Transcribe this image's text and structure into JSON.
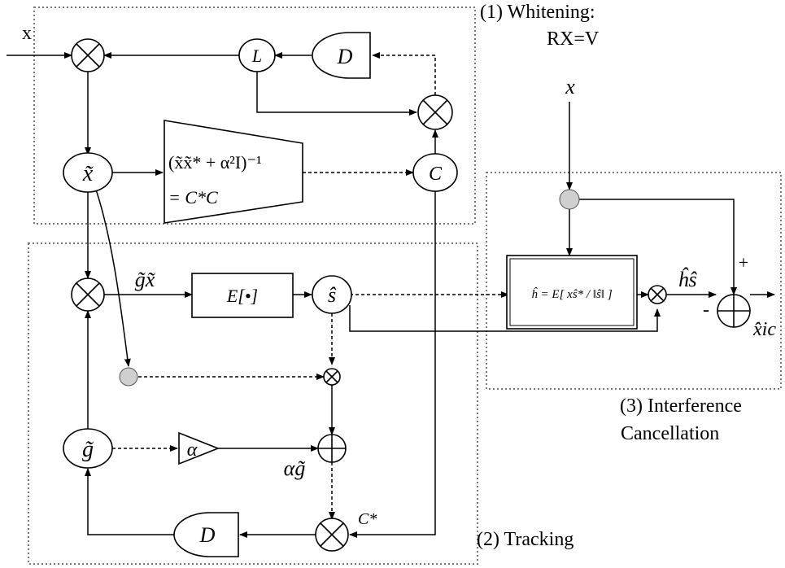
{
  "labels": {
    "whitening_line1": "(1) Whitening:",
    "whitening_line2": "RX=V",
    "tracking": "(2) Tracking",
    "interference_line1": "(3) Interference",
    "interference_line2": "Cancellation",
    "input_x_top": "x",
    "input_x_right": "x"
  },
  "nodes": {
    "x_tilde": "x̃",
    "L": "L",
    "D_top": "D",
    "C": "C",
    "s_hat": "ŝ",
    "g_tilde": "g̃",
    "alpha": "α",
    "D_bottom": "D"
  },
  "blocks": {
    "cov_line1": "(x̃x̃* + α²I)⁻¹",
    "cov_line2": "= C*C",
    "expectation": "E[•]",
    "h_estimate": "ĥ = E[ xŝ* / ‖ŝ‖ ]"
  },
  "edge_labels": {
    "g_x": "g̃x̃",
    "alpha_g": "αg̃",
    "c_star": "C*",
    "h_s": "ĥŝ",
    "plus": "+",
    "minus": "-",
    "x_ic": "x̂ic"
  }
}
